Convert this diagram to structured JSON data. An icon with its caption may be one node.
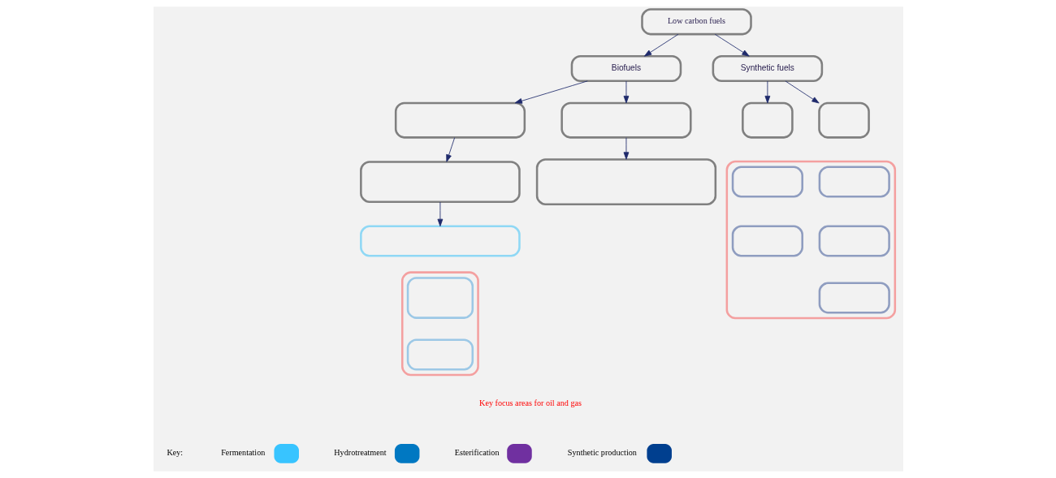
{
  "diagram": {
    "nodes": [
      {
        "text": [
          "Low carbon fuels"
        ]
      },
      {
        "text": [
          "Biofuels"
        ]
      },
      {
        "text": [
          "Synthetic fuels"
        ]
      },
      {
        "text": [],
        "shape": "box"
      },
      {
        "text": [],
        "shape": "box"
      },
      {
        "text": [],
        "shape": "box"
      },
      {
        "text": [],
        "shape": "box"
      },
      {
        "text": [],
        "shape": "box"
      },
      {
        "text": [],
        "shape": "box"
      },
      {
        "text": [],
        "shape": "box"
      },
      {
        "text": [],
        "shape": "box"
      },
      {
        "text": [],
        "shape": "box"
      },
      {
        "text": [],
        "shape": "box",
        "in": 10
      },
      {
        "text": [],
        "shape": "box",
        "in": 10
      },
      {
        "text": [],
        "shape": "box",
        "in": 11
      },
      {
        "text": [],
        "shape": "box",
        "in": 11
      },
      {
        "text": [],
        "shape": "box",
        "in": 11
      },
      {
        "text": [],
        "shape": "box",
        "in": 11
      },
      {
        "text": [],
        "shape": "box",
        "in": 11
      }
    ],
    "edges": [
      {
        "from": 0,
        "to": 1,
        "arrow": "to"
      },
      {
        "from": 0,
        "to": 2,
        "arrow": "to"
      },
      {
        "from": 1,
        "to": 3,
        "arrow": "to"
      },
      {
        "from": 1,
        "to": 4,
        "arrow": "to"
      },
      {
        "from": 2,
        "to": 8,
        "arrow": "to"
      },
      {
        "from": 2,
        "to": 9,
        "arrow": "to"
      },
      {
        "from": 3,
        "to": 5,
        "arrow": "to"
      },
      {
        "from": 4,
        "to": 6,
        "arrow": "to"
      },
      {
        "from": 5,
        "to": 7,
        "arrow": "to"
      }
    ],
    "labels": [
      "Key focus areas for oil and gas",
      "Key:"
    ],
    "legend": [
      {
        "text": "Fermentation",
        "color": "#38c4ff"
      },
      {
        "text": "Hydrotreatment",
        "color": "#0078c2"
      },
      {
        "text": "Esterification",
        "color": "#7030a0"
      },
      {
        "text": "Synthetic production",
        "color": "#003f8f"
      }
    ]
  }
}
